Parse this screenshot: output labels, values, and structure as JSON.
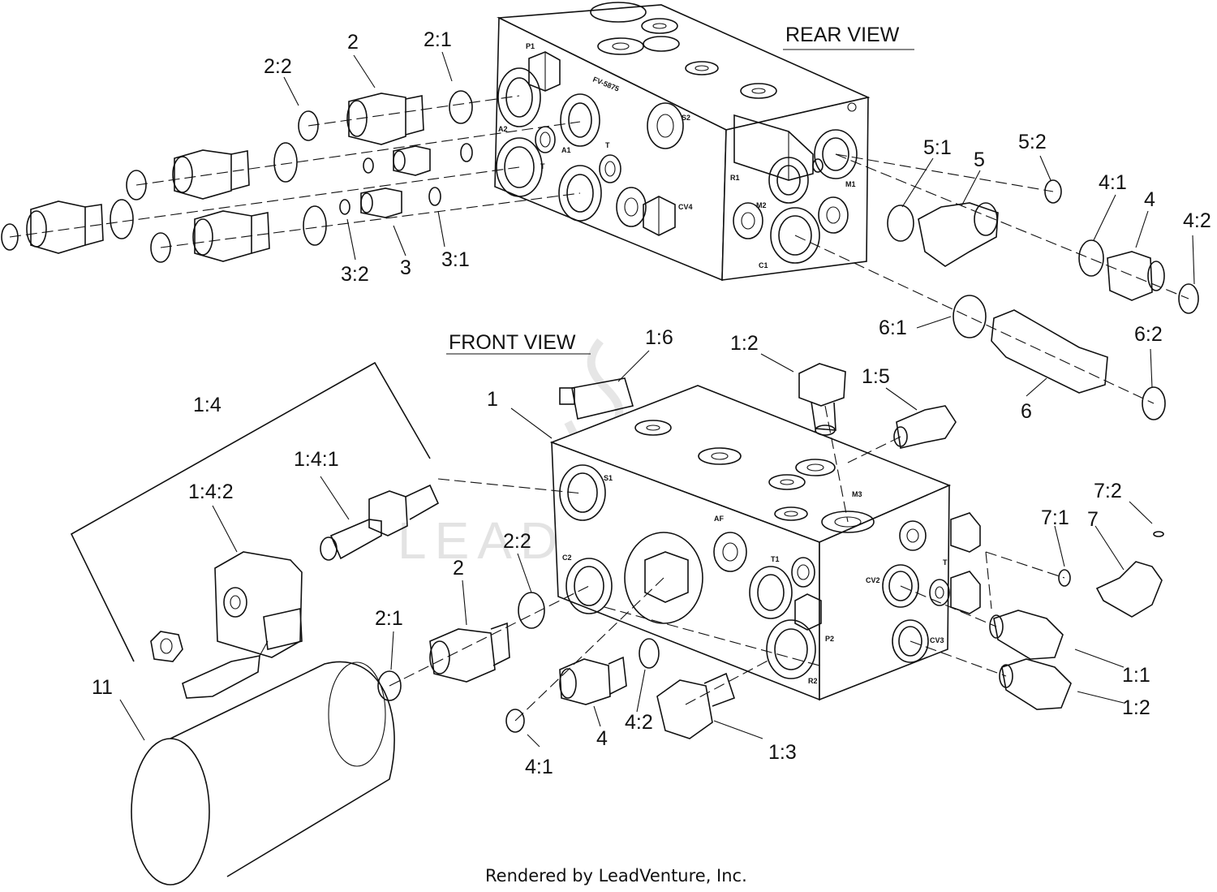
{
  "views": {
    "rear": "REAR VIEW",
    "front": "FRONT VIEW"
  },
  "footer": {
    "credit": "Rendered by LeadVenture, Inc."
  },
  "watermark": {
    "text": "LEADVENTURE"
  },
  "rear_ports": {
    "p1": "P1",
    "a2": "A2",
    "t1": "T",
    "a1": "A1",
    "t2": "T",
    "s2": "S2",
    "cv4": "CV4",
    "r1": "R1",
    "m2": "M2",
    "m1": "M1",
    "c1": "C1",
    "part_no": "FV-5875"
  },
  "front_ports": {
    "s1": "S1",
    "c2": "C2",
    "af": "AF",
    "t1": "T1",
    "p2": "P2",
    "r2": "R2",
    "cv2": "CV2",
    "t": "T",
    "cv3": "CV3",
    "m3": "M3"
  },
  "callouts": {
    "rear_2": "2",
    "rear_2_1": "2:1",
    "rear_2_2": "2:2",
    "rear_3": "3",
    "rear_3_1": "3:1",
    "rear_3_2": "3:2",
    "rear_5": "5",
    "rear_5_1": "5:1",
    "rear_5_2": "5:2",
    "rear_4": "4",
    "rear_4_1": "4:1",
    "rear_4_2": "4:2",
    "rear_6": "6",
    "rear_6_1": "6:1",
    "rear_6_2": "6:2",
    "front_1": "1",
    "front_1_1": "1:1",
    "front_1_2a": "1:2",
    "front_1_2b": "1:2",
    "front_1_3": "1:3",
    "front_1_4": "1:4",
    "front_1_4_1": "1:4:1",
    "front_1_4_2": "1:4:2",
    "front_1_5": "1:5",
    "front_1_6": "1:6",
    "front_2": "2",
    "front_2_1": "2:1",
    "front_2_2": "2:2",
    "front_4": "4",
    "front_4_1": "4:1",
    "front_4_2": "4:2",
    "front_7": "7",
    "front_7_1": "7:1",
    "front_7_2": "7:2",
    "front_11": "11"
  }
}
